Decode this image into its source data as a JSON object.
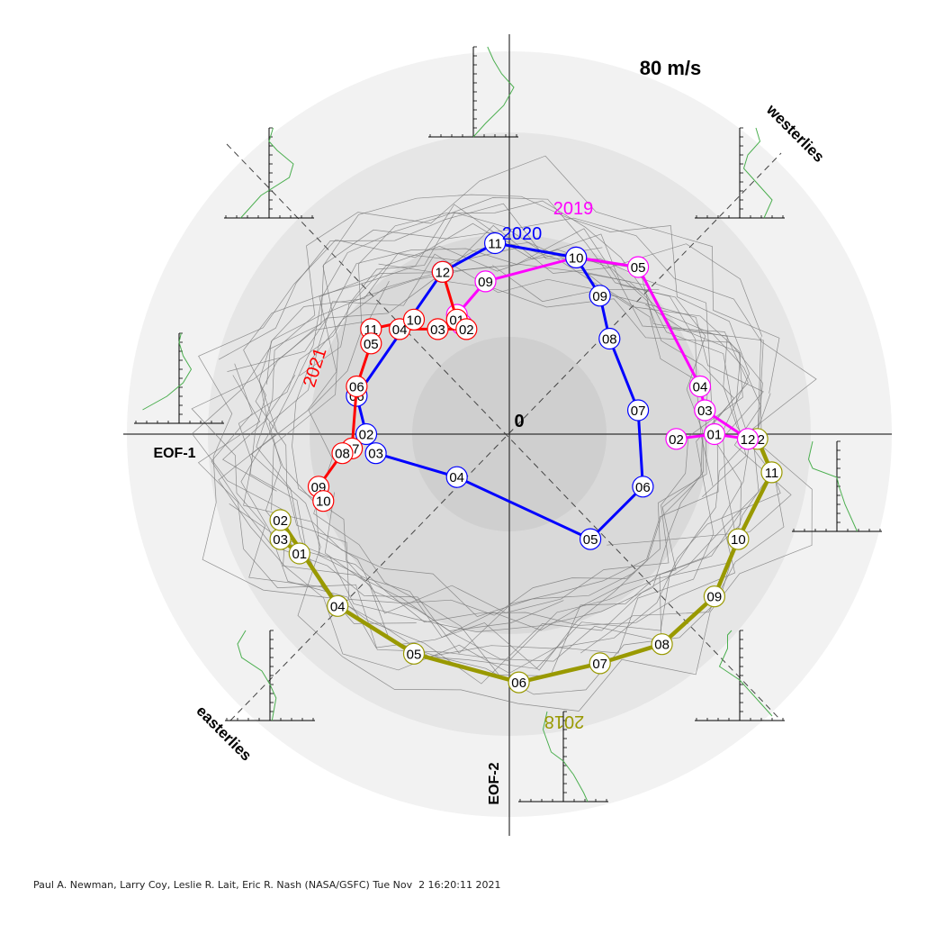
{
  "credit": "Paul A. Newman, Larry Coy, Leslie R. Lait, Eric R. Nash (NASA/GSFC) Tue Nov  2 16:20:11 2021",
  "chart_data": {
    "type": "scatter",
    "title": "",
    "speed_label": "80 m/s",
    "origin_label": "0",
    "xlabel": "EOF-1",
    "ylabel": "EOF-2",
    "diagonal_labels": {
      "westerlies": "westerlies",
      "easterlies": "easterlies"
    },
    "colors": {
      "2018": "#999900",
      "2019": "#ff00ff",
      "2020": "#0000ff",
      "2021": "#ff0000",
      "background": "#888888",
      "profile": "#4caf50"
    },
    "series": [
      {
        "name": "2018",
        "label_rotated": true,
        "months": [
          "12",
          "11",
          "10",
          "09",
          "08",
          "07",
          "06",
          "05",
          "04",
          "01",
          "03",
          "02"
        ],
        "points": [
          [
            26,
            -0.5
          ],
          [
            27.5,
            -4
          ],
          [
            24,
            -11
          ],
          [
            21.5,
            -17
          ],
          [
            16,
            -22
          ],
          [
            9.5,
            -24
          ],
          [
            1,
            -26
          ],
          [
            -10,
            -23
          ],
          [
            -18,
            -18
          ],
          [
            -22,
            -12.5
          ],
          [
            -24,
            -11
          ],
          [
            -24,
            -9
          ]
        ],
        "order": [
          9,
          10,
          11,
          8,
          7,
          6,
          5,
          4,
          3,
          2,
          1,
          0
        ]
      },
      {
        "name": "2019",
        "months": [
          "02",
          "01",
          "12",
          "03",
          "04",
          "05",
          "10",
          "09",
          "01",
          "02"
        ],
        "points": [
          [
            17.5,
            -0.5
          ],
          [
            21.5,
            0
          ],
          [
            25,
            -0.5
          ],
          [
            20.5,
            2.5
          ],
          [
            20,
            5
          ],
          [
            13.5,
            17.5
          ],
          [
            7,
            18.5
          ],
          [
            -2.5,
            16
          ],
          [
            -5.5,
            12.5
          ],
          [
            -5,
            11.5
          ]
        ],
        "order": [
          0,
          1,
          2,
          3,
          4,
          5,
          6,
          7,
          8,
          9
        ]
      },
      {
        "name": "2020",
        "months": [
          "11",
          "10",
          "09",
          "08",
          "07",
          "06",
          "05",
          "04",
          "03",
          "02",
          "06",
          "12"
        ],
        "points": [
          [
            -1.5,
            20
          ],
          [
            7,
            18.5
          ],
          [
            9.5,
            14.5
          ],
          [
            10.5,
            10
          ],
          [
            13.5,
            2.5
          ],
          [
            14,
            -5.5
          ],
          [
            8.5,
            -11
          ],
          [
            -5.5,
            -4.5
          ],
          [
            -14,
            -2
          ],
          [
            -15,
            0
          ],
          [
            -16,
            4
          ],
          [
            -7,
            17
          ]
        ],
        "order": [
          0,
          1,
          2,
          3,
          4,
          5,
          6,
          7,
          8,
          9,
          10,
          11,
          0
        ]
      },
      {
        "name": "2021",
        "label_rotated": true,
        "months": [
          "01",
          "02",
          "03",
          "04",
          "10",
          "11",
          "05",
          "06",
          "07",
          "08",
          "09",
          "10",
          "12"
        ],
        "points": [
          [
            -5.5,
            12
          ],
          [
            -4.5,
            11
          ],
          [
            -7.5,
            11
          ],
          [
            -11.5,
            11
          ],
          [
            -10,
            12
          ],
          [
            -14.5,
            11
          ],
          [
            -14.5,
            9.5
          ],
          [
            -16,
            5
          ],
          [
            -16.5,
            -1.5
          ],
          [
            -17.5,
            -2
          ],
          [
            -20,
            -5.5
          ],
          [
            -19.5,
            -7
          ],
          [
            -7,
            17
          ]
        ],
        "order": [
          12,
          0,
          1,
          2,
          3,
          4,
          5,
          6,
          7,
          8,
          9,
          10,
          11
        ]
      }
    ]
  }
}
